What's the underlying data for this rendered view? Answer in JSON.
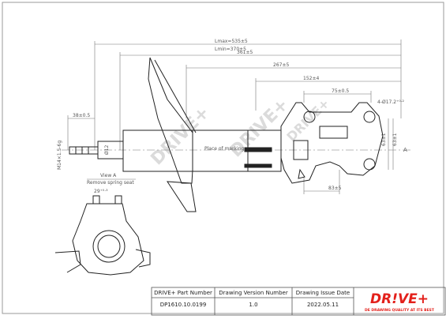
{
  "dimensions": {
    "lmax": "Lmax=535±5",
    "lmin": "Lmin=370±5",
    "d361": "361±5",
    "d267": "267±5",
    "d152": "152±4",
    "d75": "75±0.5",
    "hole": "4-Ø17.2⁺⁰·²",
    "d38": "38±0.5",
    "d63": "63±1",
    "d63_2": "63±1",
    "d83": "83±5",
    "thread": "M14×1.5-6g",
    "d12": "Ø12",
    "d29": "29⁺⁰·³"
  },
  "notes": {
    "view_a": "View A",
    "remove_spring_seat": "Remove spring seat",
    "place_of_marking": "Place of marking",
    "arrow_a": "A"
  },
  "watermark": "DRIVE+",
  "title_block": {
    "headers": [
      "DRIVE+ Part Number",
      "Drawing Version  Number",
      "Drawing Issue Date"
    ],
    "values": [
      "DP1610.10.0199",
      "1.0",
      "2022.05.11"
    ]
  },
  "brand": {
    "logo": "DR!VE+",
    "tagline": "DE DRAWING QUALITY AT ITS BEST",
    "color": "#e3201b"
  }
}
